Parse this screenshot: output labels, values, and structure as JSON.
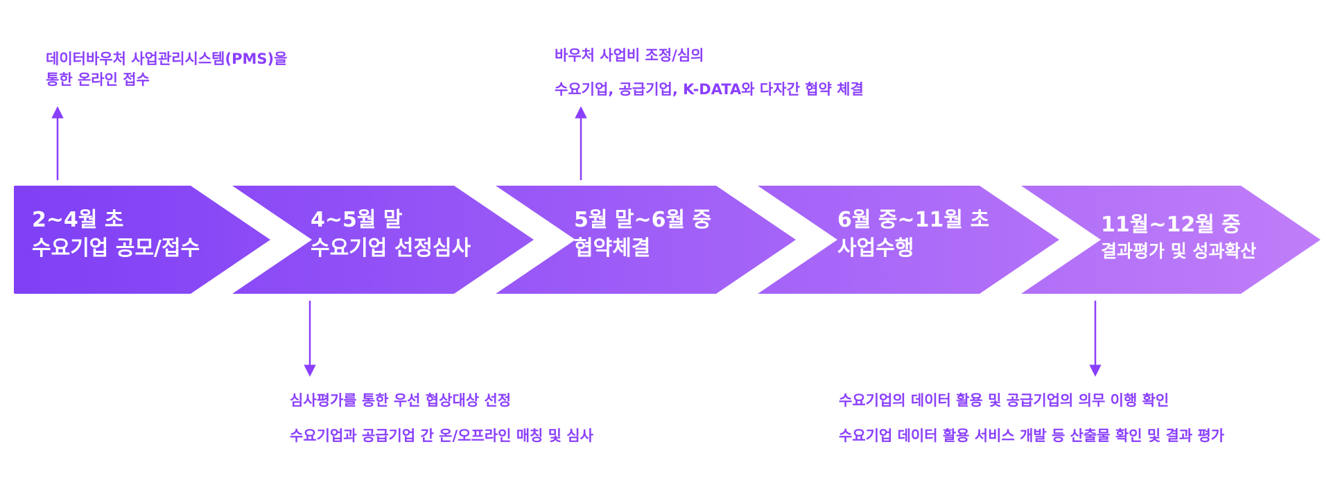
{
  "colors": {
    "accent": "#8a3ffc",
    "arrow_start": "#7f3ff5",
    "arrow_end": "#c07ef9",
    "text_on_arrow": "#ffffff"
  },
  "steps": [
    {
      "line1": "2~4월 초",
      "line2": "수요기업 공모/접수"
    },
    {
      "line1": "4~5월 말",
      "line2": "수요기업 선정심사"
    },
    {
      "line1": "5월 말~6월 중",
      "line2": "협약체결"
    },
    {
      "line1": "6월 중~11월 초",
      "line2": "사업수행"
    },
    {
      "line1": "11월~12월 중",
      "line2": "결과평가 및 성과확산"
    }
  ],
  "notes": {
    "step1_top": {
      "line1": "데이터바우처 사업관리시스템(PMS)을",
      "line2": "통한 온라인 접수"
    },
    "step2_bottom": {
      "line1": "심사평가를 통한 우선 협상대상 선정",
      "line2": "수요기업과 공급기업 간 온/오프라인 매칭 및 심사"
    },
    "step3_top": {
      "line1": "바우처 사업비 조정/심의",
      "line2": "수요기업, 공급기업, K-DATA와 다자간 협약 체결"
    },
    "step5_bottom": {
      "line1": "수요기업의 데이터 활용 및 공급기업의 의무 이행 확인",
      "line2": "수요기업 데이터 활용 서비스 개발 등 산출물 확인 및 결과 평가"
    }
  }
}
